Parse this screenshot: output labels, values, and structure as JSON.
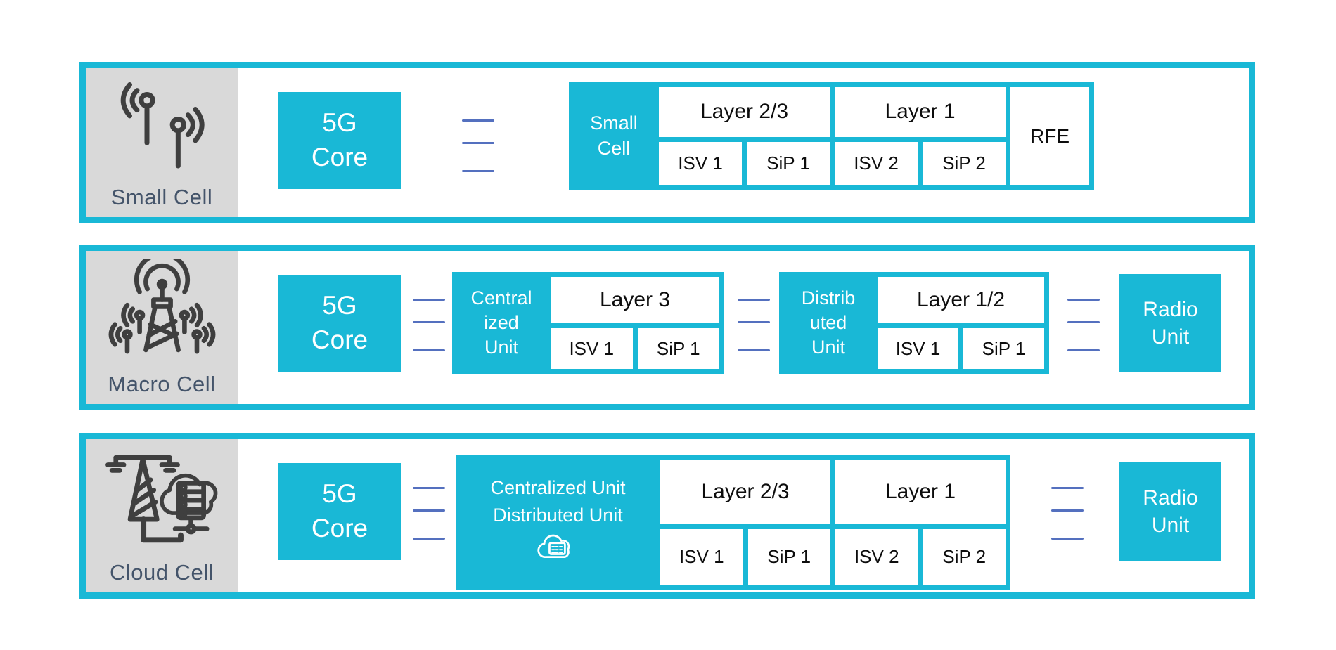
{
  "colors": {
    "accent": "#19b8d6",
    "connector": "#5470bf",
    "panel_gray": "#d9d9d9",
    "panel_text": "#44546a",
    "cell_text": "#0d0d0d"
  },
  "rows": [
    {
      "name": "Small Cell",
      "panel": {
        "label": "Small Cell",
        "icon": "small-cell-antennas-icon"
      },
      "core": {
        "lines": [
          "5G",
          "Core"
        ]
      },
      "stack": {
        "label_lines": [
          "Small",
          "Cell"
        ],
        "groups": [
          {
            "header": "Layer 2/3",
            "cells": [
              "ISV 1",
              "SiP 1"
            ]
          },
          {
            "header": "Layer 1",
            "cells": [
              "ISV 2",
              "SiP 2"
            ]
          }
        ],
        "trailing": "RFE"
      }
    },
    {
      "name": "Macro Cell",
      "panel": {
        "label": "Macro Cell",
        "icon": "macro-cell-tower-icon"
      },
      "core": {
        "lines": [
          "5G",
          "Core"
        ]
      },
      "centralized": {
        "label_lines": [
          "Central",
          "ized",
          "Unit"
        ],
        "groups": [
          {
            "header": "Layer 3",
            "cells": [
              "ISV 1",
              "SiP 1"
            ]
          }
        ]
      },
      "distributed": {
        "label_lines": [
          "Distrib",
          "uted",
          "Unit"
        ],
        "groups": [
          {
            "header": "Layer 1/2",
            "cells": [
              "ISV 1",
              "SiP 1"
            ]
          }
        ]
      },
      "radio": {
        "lines": [
          "Radio",
          "Unit"
        ]
      }
    },
    {
      "name": "Cloud Cell",
      "panel": {
        "label": "Cloud Cell",
        "icon": "cloud-cell-tower-icon"
      },
      "core": {
        "lines": [
          "5G",
          "Core"
        ]
      },
      "combined": {
        "label_lines": [
          "Centralized Unit",
          "Distributed Unit"
        ],
        "icon": "cloud-server-icon",
        "groups": [
          {
            "header": "Layer 2/3",
            "cells": [
              "ISV 1",
              "SiP 1"
            ]
          },
          {
            "header": "Layer 1",
            "cells": [
              "ISV 2",
              "SiP 2"
            ]
          }
        ]
      },
      "radio": {
        "lines": [
          "Radio",
          "Unit"
        ]
      }
    }
  ]
}
